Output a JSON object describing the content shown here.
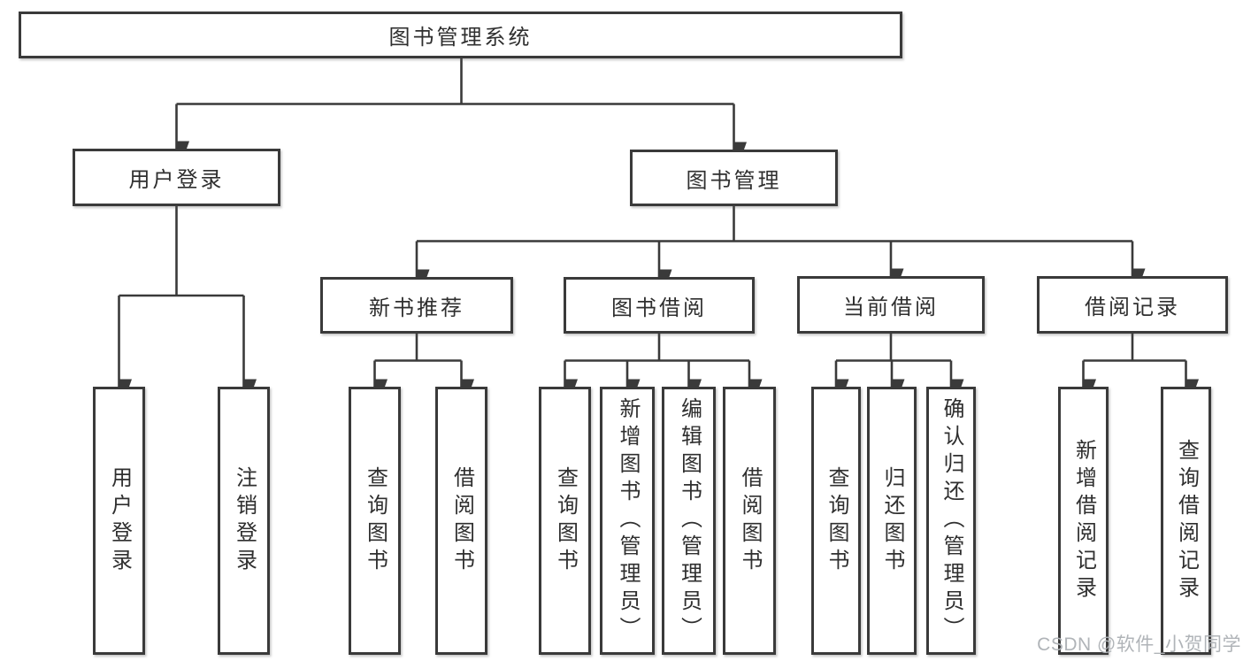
{
  "diagram": {
    "title": "图书管理系统",
    "branches": [
      {
        "label": "用户登录",
        "leaves": [
          {
            "label": "用户登录"
          },
          {
            "label": "注销登录"
          }
        ]
      },
      {
        "label": "图书管理",
        "groups": [
          {
            "label": "新书推荐",
            "leaves": [
              {
                "label": "查询图书"
              },
              {
                "label": "借阅图书"
              }
            ]
          },
          {
            "label": "图书借阅",
            "leaves": [
              {
                "label": "查询图书"
              },
              {
                "label": "新增图书（管理员）"
              },
              {
                "label": "编辑图书（管理员）"
              },
              {
                "label": "借阅图书"
              }
            ]
          },
          {
            "label": "当前借阅",
            "leaves": [
              {
                "label": "查询图书"
              },
              {
                "label": "归还图书"
              },
              {
                "label": "确认归还（管理员）"
              }
            ]
          },
          {
            "label": "借阅记录",
            "leaves": [
              {
                "label": "新增借阅记录"
              },
              {
                "label": "查询借阅记录"
              }
            ]
          }
        ]
      }
    ]
  },
  "watermark": {
    "text": "CSDN @软件_小贺同学"
  },
  "colors": {
    "line": "#3a3a3a",
    "text": "#2f2f2f",
    "background": "#ffffff",
    "watermark": "#b0b4b8"
  }
}
